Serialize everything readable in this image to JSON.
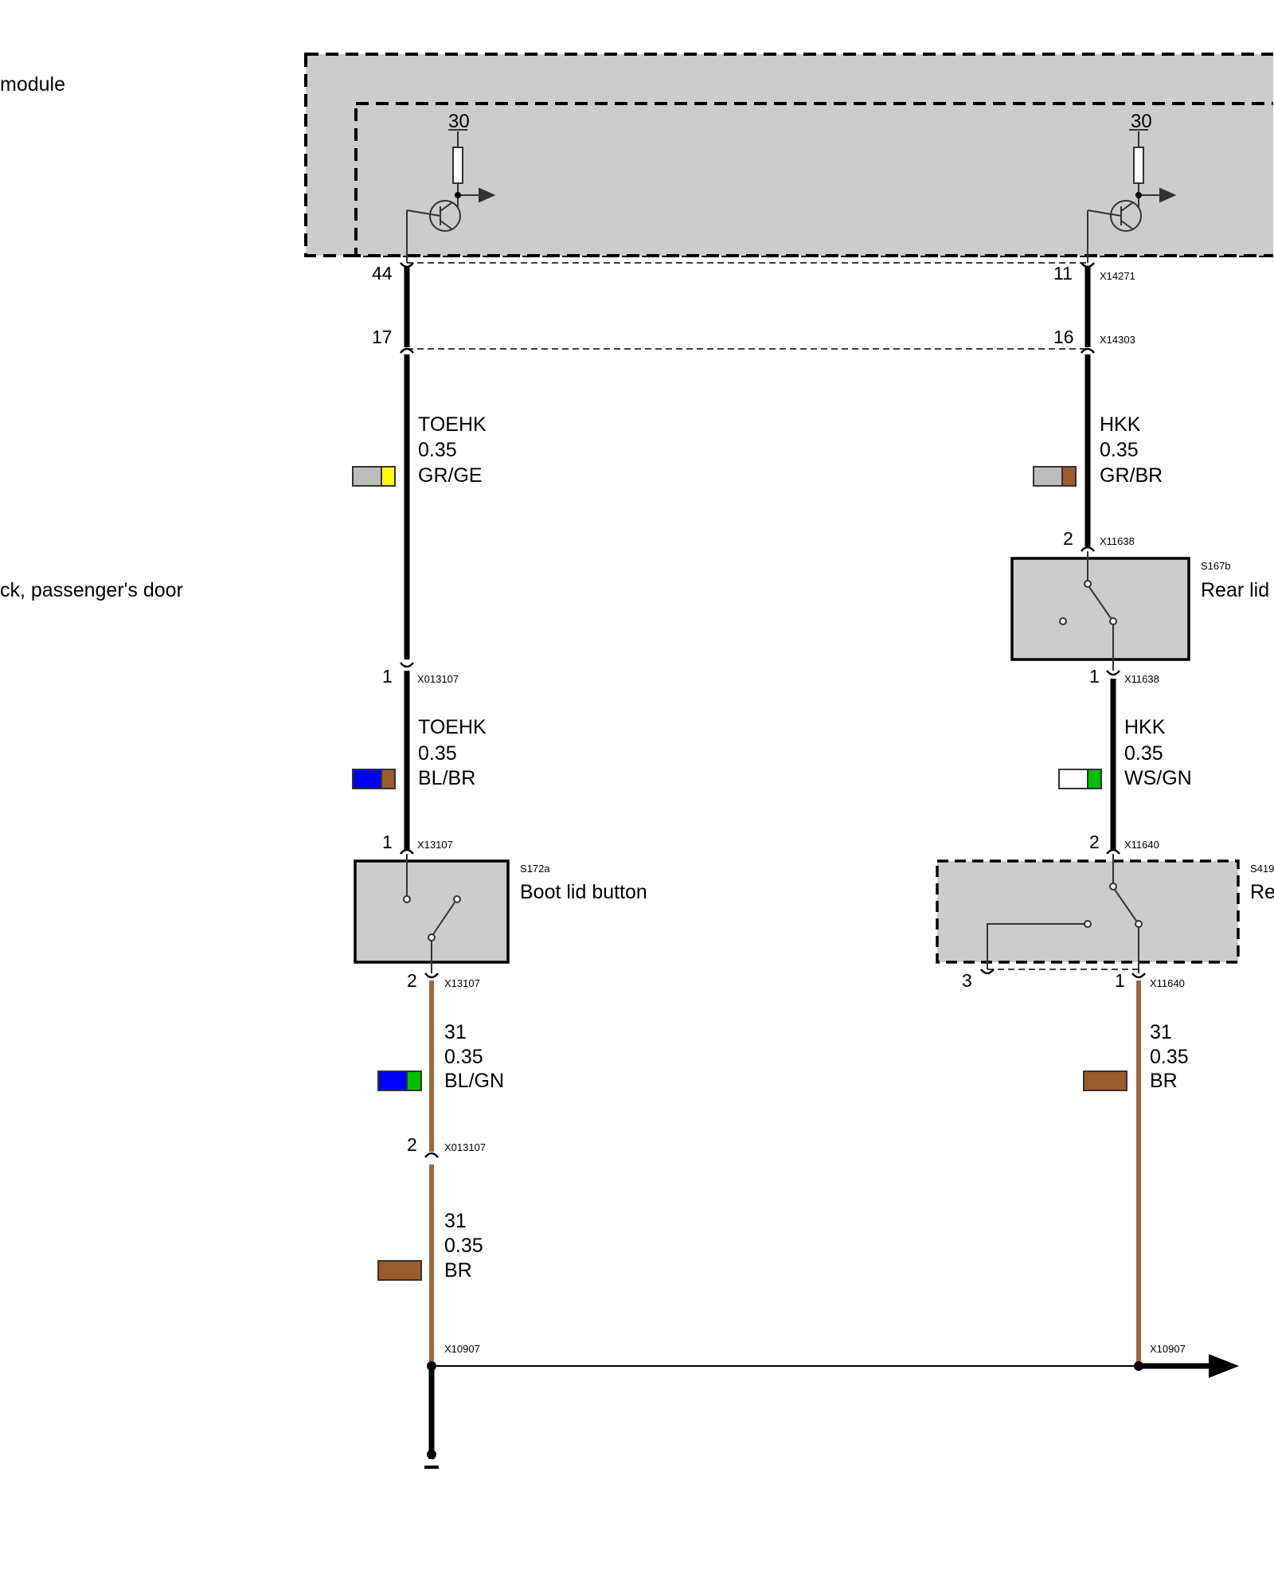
{
  "side_labels": {
    "module": "module",
    "door": "ck, passenger's door"
  },
  "supply_labels": {
    "left": "30",
    "right": "30"
  },
  "connectors": {
    "x14271": {
      "id": "X14271",
      "pin_left": "44",
      "pin_right": "11"
    },
    "x14303": {
      "id": "X14303",
      "pin_left": "17",
      "pin_right": "16"
    },
    "x11638_top": {
      "id": "X11638",
      "pin": "2"
    },
    "x11638_bot": {
      "id": "X11638",
      "pin": "1"
    },
    "x013107_top": {
      "id": "X013107",
      "pin": "1"
    },
    "x13107_top": {
      "id": "X13107",
      "pin": "1"
    },
    "x13107_bot": {
      "id": "X13107",
      "pin": "2"
    },
    "x11640_top": {
      "id": "X11640",
      "pin": "2"
    },
    "x11640_bot": {
      "id": "X11640",
      "pin_right": "1",
      "pin_left": "3"
    },
    "x013107_bot": {
      "id": "X013107",
      "pin": "2"
    },
    "x10907_left": {
      "id": "X10907"
    },
    "x10907_right": {
      "id": "X10907"
    }
  },
  "components": {
    "s167b": {
      "id": "S167b",
      "name": "Rear lid"
    },
    "s172a": {
      "id": "S172a",
      "name": "Boot lid button"
    },
    "s419": {
      "id": "S419",
      "name": "Re"
    }
  },
  "wires": {
    "left_top": {
      "signal": "TOEHK",
      "size": "0.35",
      "color_code": "GR/GE",
      "colors": [
        "#bdbdbd",
        "#ffff00"
      ]
    },
    "right_top": {
      "signal": "HKK",
      "size": "0.35",
      "color_code": "GR/BR",
      "colors": [
        "#bdbdbd",
        "#9b5b2b"
      ]
    },
    "left_mid": {
      "signal": "TOEHK",
      "size": "0.35",
      "color_code": "BL/BR",
      "colors": [
        "#0000ff",
        "#9b5b2b"
      ]
    },
    "right_mid": {
      "signal": "HKK",
      "size": "0.35",
      "color_code": "WS/GN",
      "colors": [
        "#ffffff",
        "#00c000"
      ]
    },
    "left_low": {
      "signal": "31",
      "size": "0.35",
      "color_code": "BL/GN",
      "colors": [
        "#0000ff",
        "#00c000"
      ]
    },
    "right_low": {
      "signal": "31",
      "size": "0.35",
      "color_code": "BR",
      "colors": [
        "#9b5b2b"
      ]
    },
    "left_bottom": {
      "signal": "31",
      "size": "0.35",
      "color_code": "BR",
      "colors": [
        "#9b5b2b"
      ]
    }
  },
  "colors": {
    "module_fill": "#cccccc",
    "brown_wire": "#a0693a",
    "black_wire": "#000000"
  }
}
